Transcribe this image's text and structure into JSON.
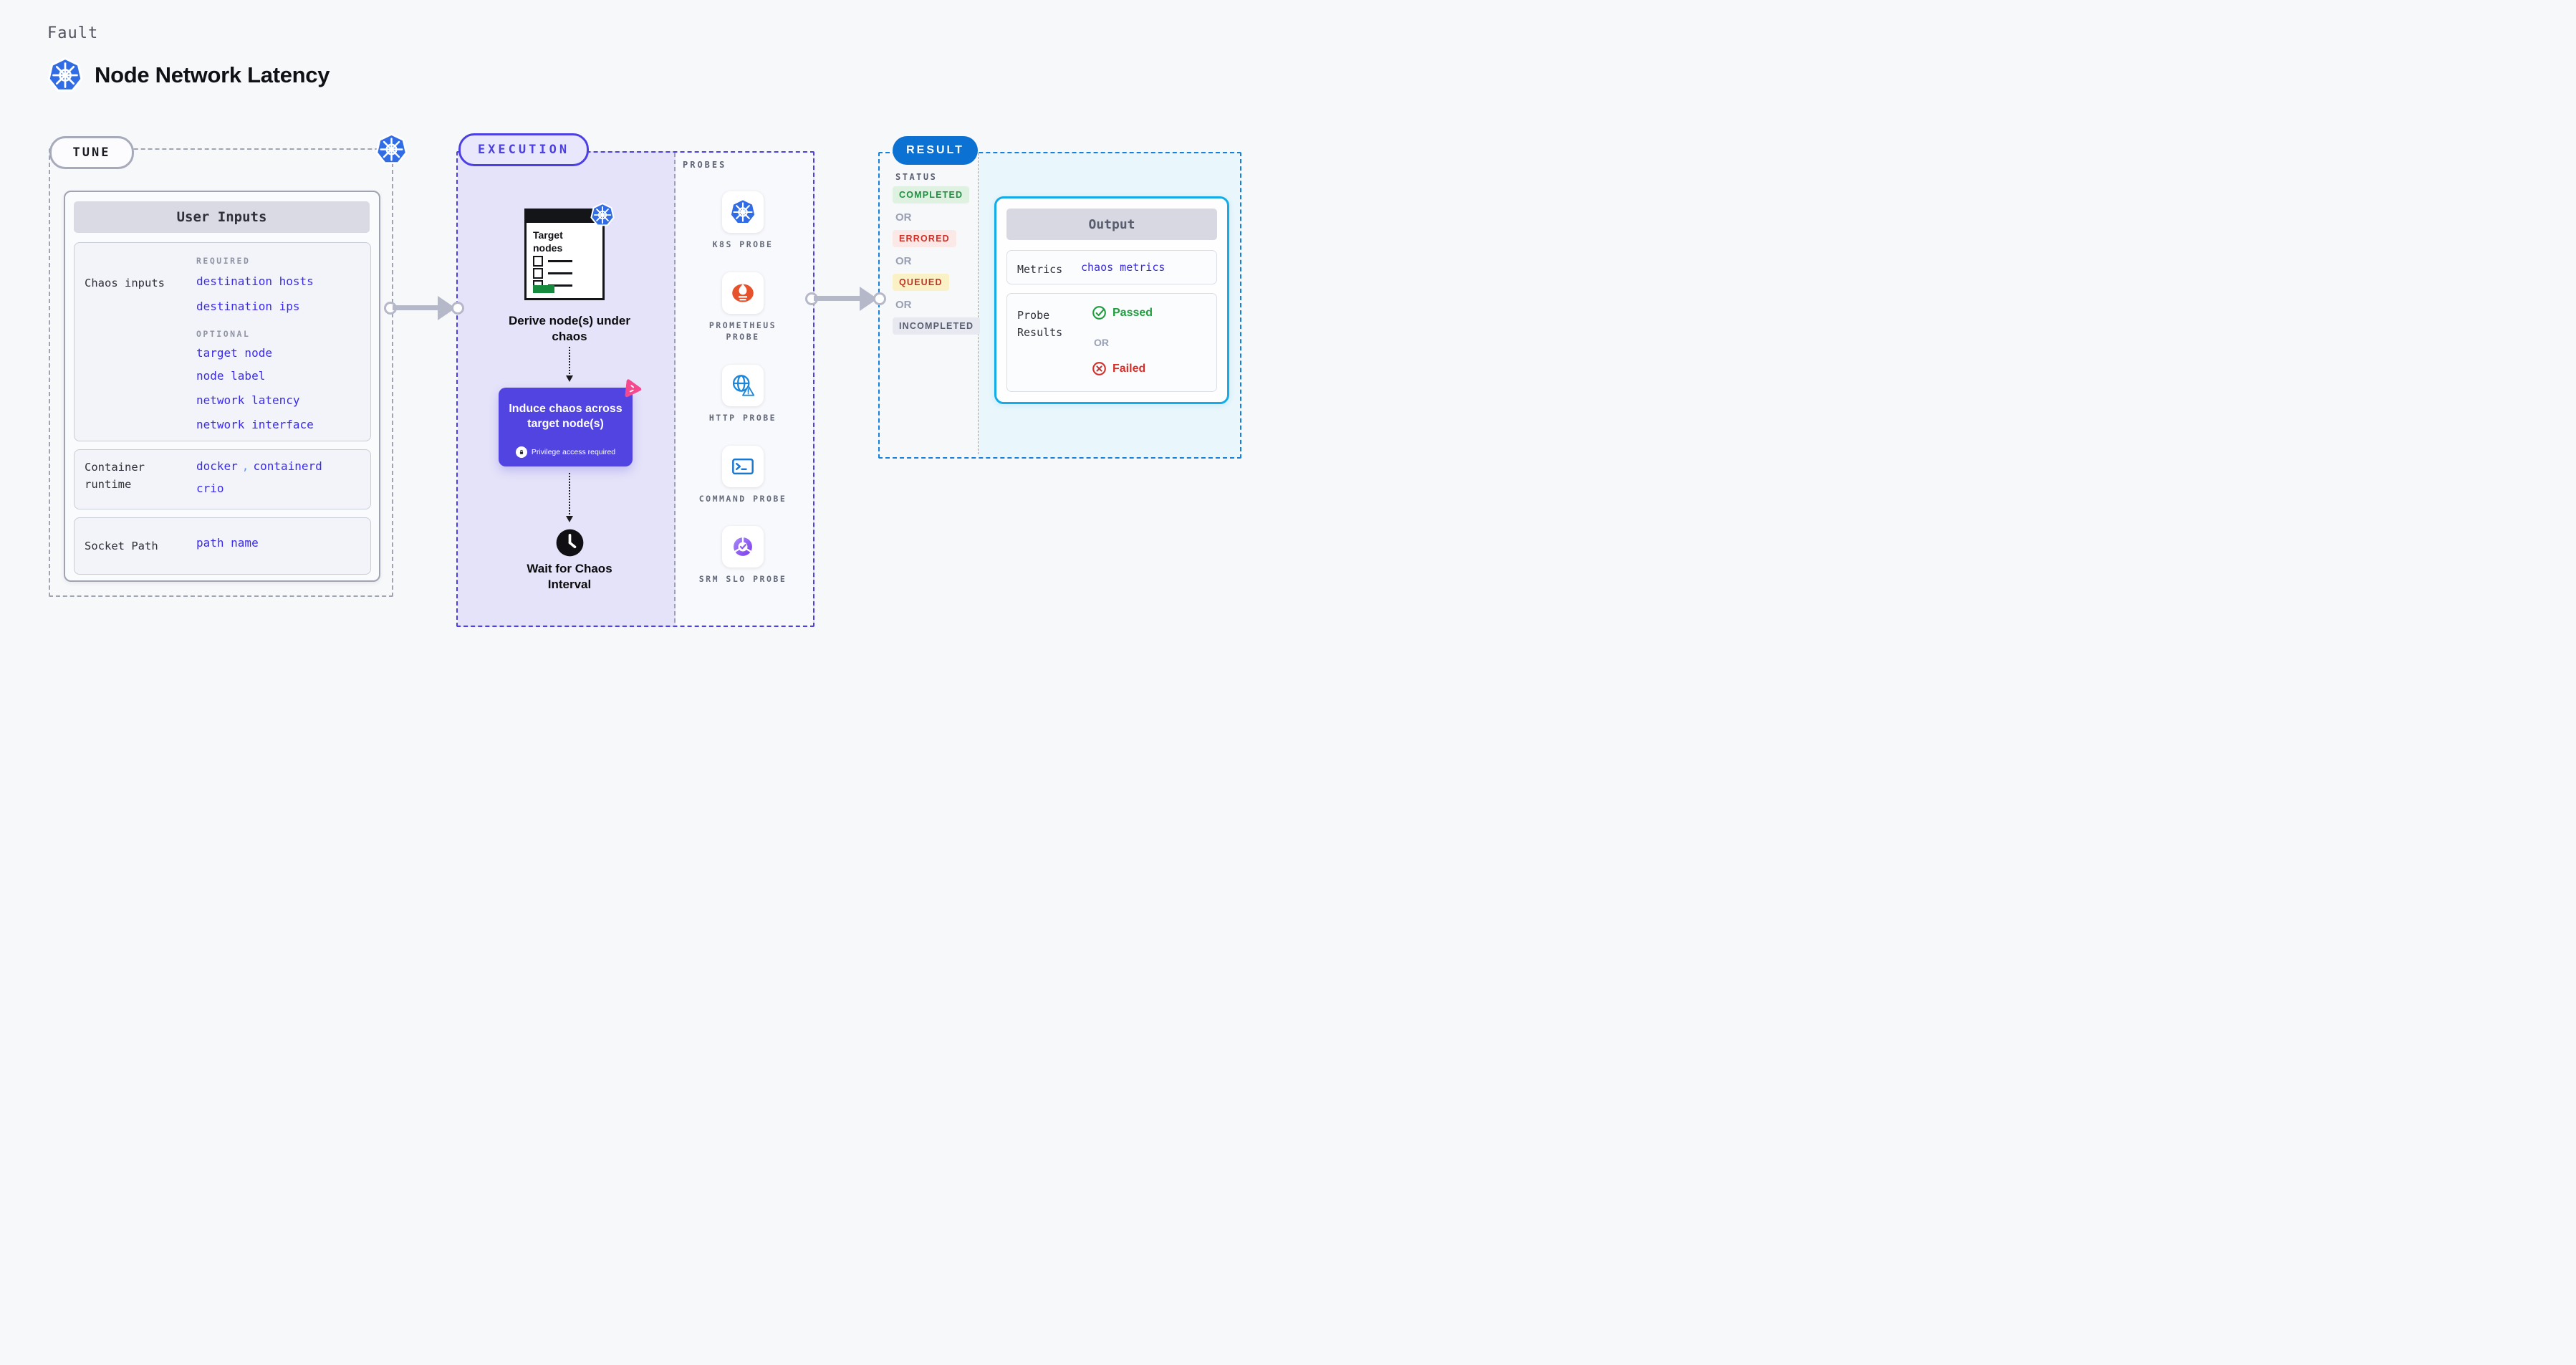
{
  "header": {
    "eyebrow": "Fault",
    "title": "Node Network Latency"
  },
  "tune": {
    "badge": "TUNE",
    "user_inputs_title": "User Inputs",
    "chaos_inputs": {
      "label": "Chaos inputs",
      "required_label": "REQUIRED",
      "required": [
        "destination hosts",
        "destination ips"
      ],
      "optional_label": "OPTIONAL",
      "optional": [
        "target node",
        "node label",
        "network latency",
        "network interface"
      ]
    },
    "container_runtime": {
      "label": "Container runtime",
      "value1": "docker",
      "separator": ",",
      "value2": "containerd",
      "value3": "crio"
    },
    "socket_path": {
      "label": "Socket Path",
      "value": "path name"
    }
  },
  "execution": {
    "badge": "EXECUTION",
    "target_nodes_title": "Target nodes",
    "derive_caption": "Derive node(s) under chaos",
    "induce_title": "Induce chaos across target node(s)",
    "privilege_note": "Privilege access required",
    "wait_caption": "Wait for Chaos Interval",
    "probes_label": "PROBES",
    "probes": [
      {
        "label": "K8S PROBE",
        "icon": "kubernetes-icon"
      },
      {
        "label": "PROMETHEUS PROBE",
        "icon": "prometheus-icon"
      },
      {
        "label": "HTTP PROBE",
        "icon": "globe-alert-icon"
      },
      {
        "label": "COMMAND PROBE",
        "icon": "terminal-icon"
      },
      {
        "label": "SRM SLO PROBE",
        "icon": "slo-gauge-icon"
      }
    ]
  },
  "result": {
    "badge": "RESULT",
    "status_label": "STATUS",
    "or_label": "OR",
    "statuses": [
      {
        "label": "COMPLETED",
        "text_color": "#1D9040",
        "bg_color": "#DFF2E1"
      },
      {
        "label": "ERRORED",
        "text_color": "#CE2F26",
        "bg_color": "#FBE9E8"
      },
      {
        "label": "QUEUED",
        "text_color": "#C03425",
        "bg_color": "#FBF1C7"
      },
      {
        "label": "INCOMPLETED",
        "text_color": "#575C6F",
        "bg_color": "#E8E9F0"
      }
    ],
    "output": {
      "title": "Output",
      "metrics_label": "Metrics",
      "metrics_value": "chaos metrics",
      "probe_results_label": "Probe Results",
      "passed_label": "Passed",
      "failed_label": "Failed"
    }
  },
  "colors": {
    "page_background": "#F7F8FA",
    "link_blue": "#3A2BEA",
    "execution_indigo": "#4C40E4",
    "execution_fill": "#E5E3F9",
    "induce_purple": "#5144E1",
    "litmus_pink": "#F5488F",
    "result_blue": "#0B72D3",
    "output_cyan_border": "#13ACE8",
    "result_fill": "#E9F6FC",
    "k8s_blue": "#326CE5",
    "prometheus_orange": "#E6522C",
    "passed_green": "#1F9D3F",
    "failed_red": "#D3302A",
    "arrow_gray": "#B5B8C8"
  }
}
